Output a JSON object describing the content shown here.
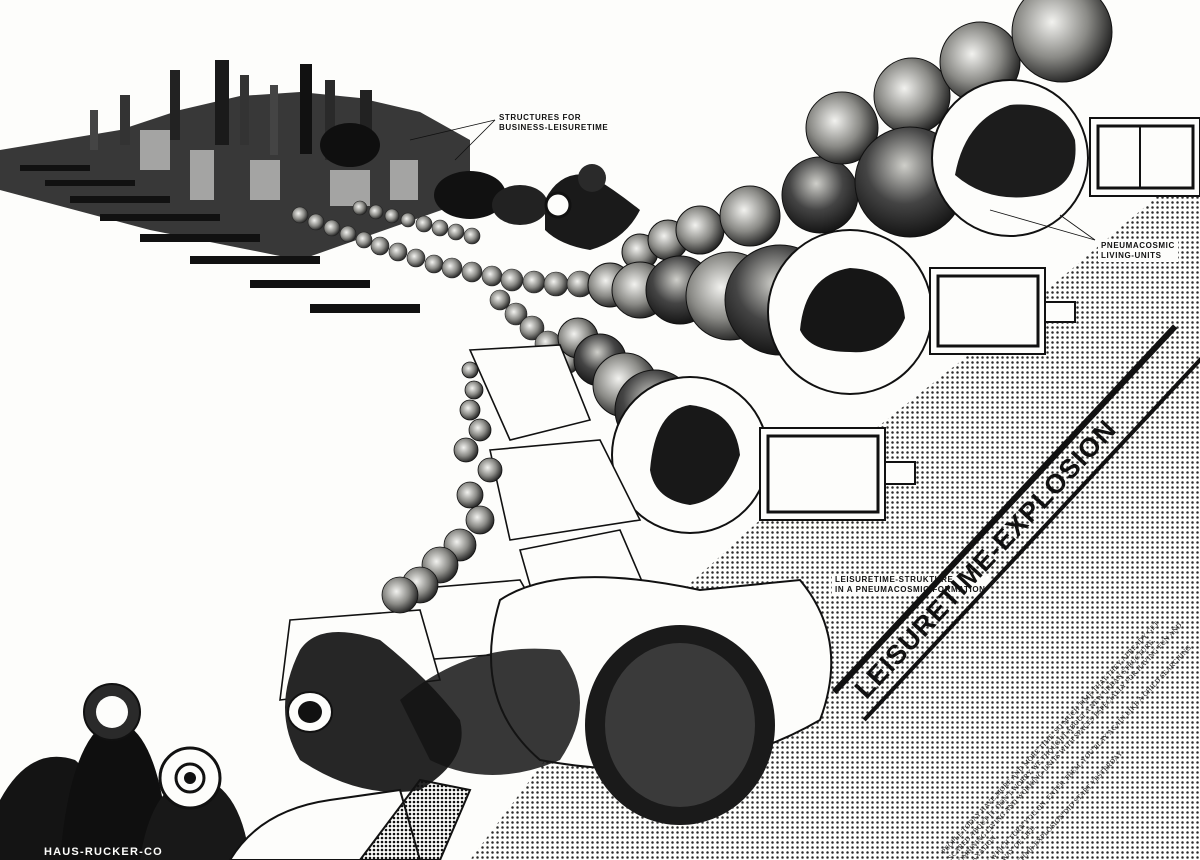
{
  "poster": {
    "title": "LEISURETIME-EXPLOSION",
    "credit": "HAUS-RUCKER-CO",
    "labels": {
      "business": [
        "STRUCTURES FOR",
        "BUSINESS-LEISURETIME"
      ],
      "living": [
        "PNEUMACOSMIC",
        "LIVING-UNITS"
      ],
      "structure": [
        "LEISURETIME-STRUKTURE",
        "IN A PNEUMACOSMIC FORMATION"
      ]
    },
    "body_text": [
      "PEOPLE TODAY HAVE MORE AND MORE TIME. SO MUCH TIME THAT THEY ALREADY GET SCARED ABOUT IT. DON'T WORRY WE THOUGHT ABOUT A NEW URBAN STRUCTURE, COMBINING LIVING AND WORKING-UNITS WITH SPACES ESPECIALLY FOR HAVING FUN AND RELAXATION.",
      "SPACES WHICH TURN YOU ON. ENTER THEM, YOU PLAY AGAIN LIKE A CHILD SEARCHING THE NEW WAY OF LIFE.",
      "THE LEISURETIME-EXPLOSION DID START YESTERDAY."
    ]
  },
  "colors": {
    "paper": "#fdfdfb",
    "ink": "#111111",
    "halftone": "#2a2a2a"
  },
  "icons": {
    "figures": "astronaut-helmet-figures",
    "spheres": "pneumatic-sphere-chain",
    "city": "manhattan-skyline"
  }
}
